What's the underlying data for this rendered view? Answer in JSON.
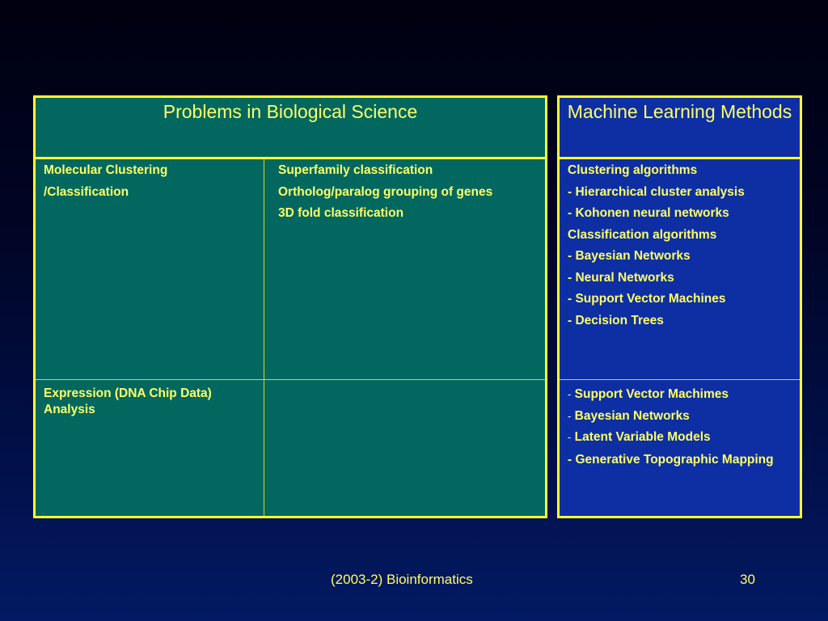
{
  "left_table": {
    "header": "Problems in Biological Science",
    "row1": {
      "col1": [
        "Molecular Clustering",
        "/Classification"
      ],
      "col2": [
        "Superfamily classification",
        "Ortholog/paralog grouping of genes",
        "3D fold classification"
      ]
    },
    "row2": {
      "col1": "Expression (DNA Chip Data) Analysis",
      "col2": ""
    }
  },
  "right_table": {
    "header": "Machine Learning Methods",
    "row1": [
      "Clustering algorithms",
      "- Hierarchical cluster analysis",
      "- Kohonen neural networks",
      "Classification algorithms",
      "- Bayesian Networks",
      "- Neural Networks",
      "- Support Vector Machines",
      "- Decision Trees"
    ],
    "row2": {
      "dash": "-",
      "items": [
        "Support Vector Machimes",
        "Bayesian Networks",
        "Latent Variable Models"
      ],
      "last": "- Generative Topographic Mapping"
    }
  },
  "footer": {
    "course": "(2003-2) Bioinformatics",
    "page_number": "30"
  }
}
